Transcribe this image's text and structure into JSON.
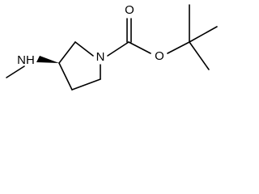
{
  "molecule": {
    "atoms": {
      "n_ring": "N",
      "o_carbonyl": "O",
      "o_ester": "O",
      "nh": "NH"
    }
  },
  "colors": {
    "bond": "#000000",
    "background": "#ffffff"
  }
}
